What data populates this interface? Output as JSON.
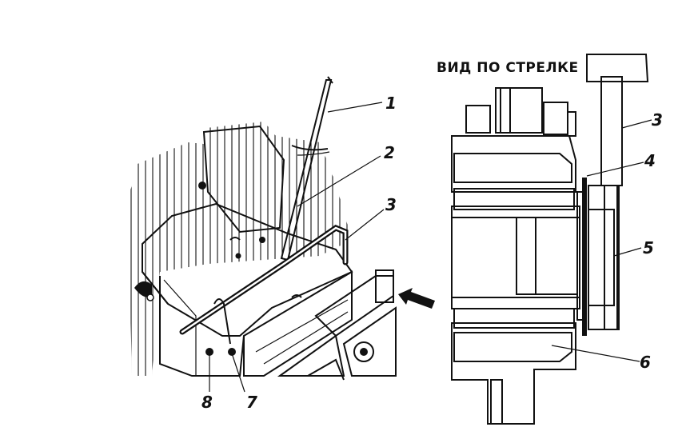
{
  "view_title": "ВИД ПО СТРЕЛКЕ",
  "callouts": {
    "n1": "1",
    "n2": "2",
    "n3_left": "3",
    "n3_right": "3",
    "n4": "4",
    "n5": "5",
    "n6": "6",
    "n7": "7",
    "n8": "8"
  }
}
